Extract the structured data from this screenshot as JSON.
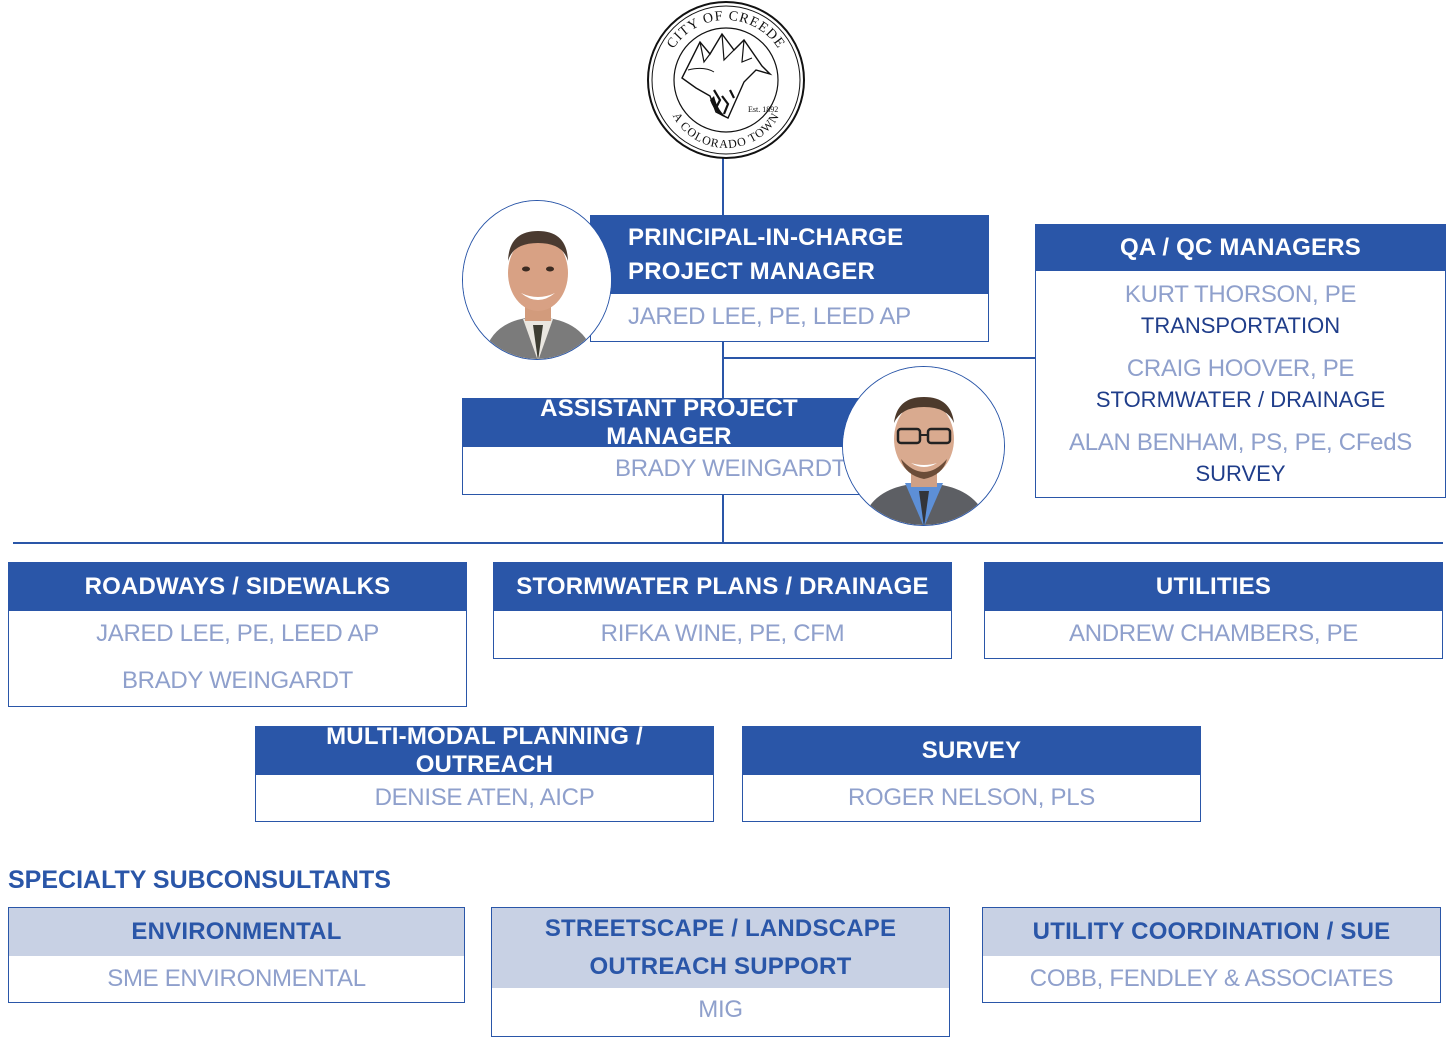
{
  "seal": {
    "top_text": "CITY OF CREEDE",
    "bottom_text": "A COLORADO TOWN",
    "est": "Est. 1892"
  },
  "principal": {
    "title_line1": "PRINCIPAL-IN-CHARGE",
    "title_line2": "PROJECT MANAGER",
    "name": "JARED LEE, PE, LEED AP"
  },
  "qaqc": {
    "title": "QA / QC MANAGERS",
    "members": [
      {
        "name": "KURT THORSON, PE",
        "role": "TRANSPORTATION"
      },
      {
        "name": "CRAIG HOOVER, PE",
        "role": "STORMWATER / DRAINAGE"
      },
      {
        "name": "ALAN BENHAM, PS, PE, CFedS",
        "role": "SURVEY"
      }
    ]
  },
  "assistant": {
    "title": "ASSISTANT PROJECT MANAGER",
    "name": "BRADY WEINGARDT"
  },
  "disciplines": {
    "roadways": {
      "title": "ROADWAYS / SIDEWALKS",
      "names": [
        "JARED LEE, PE, LEED AP",
        "BRADY WEINGARDT"
      ]
    },
    "stormwater": {
      "title": "STORMWATER PLANS / DRAINAGE",
      "names": [
        "RIFKA WINE, PE, CFM"
      ]
    },
    "utilities": {
      "title": "UTILITIES",
      "names": [
        "ANDREW CHAMBERS, PE"
      ]
    },
    "multimodal": {
      "title": "MULTI-MODAL PLANNING / OUTREACH",
      "names": [
        "DENISE ATEN, AICP"
      ]
    },
    "survey": {
      "title": "SURVEY",
      "names": [
        "ROGER NELSON, PLS"
      ]
    }
  },
  "specialty": {
    "title": "SPECIALTY SUBCONSULTANTS",
    "environmental": {
      "title": "ENVIRONMENTAL",
      "name": "SME ENVIRONMENTAL"
    },
    "streetscape": {
      "title_line1": "STREETSCAPE / LANDSCAPE",
      "title_line2": "OUTREACH SUPPORT",
      "name": "MIG"
    },
    "utility_coordination": {
      "title": "UTILITY COORDINATION / SUE",
      "name": "COBB, FENDLEY & ASSOCIATES"
    }
  },
  "colors": {
    "primary": "#2a56a8",
    "name_text": "#8fa0cc",
    "role_text": "#1f3d8a",
    "light_header": "#c8d1e4"
  }
}
